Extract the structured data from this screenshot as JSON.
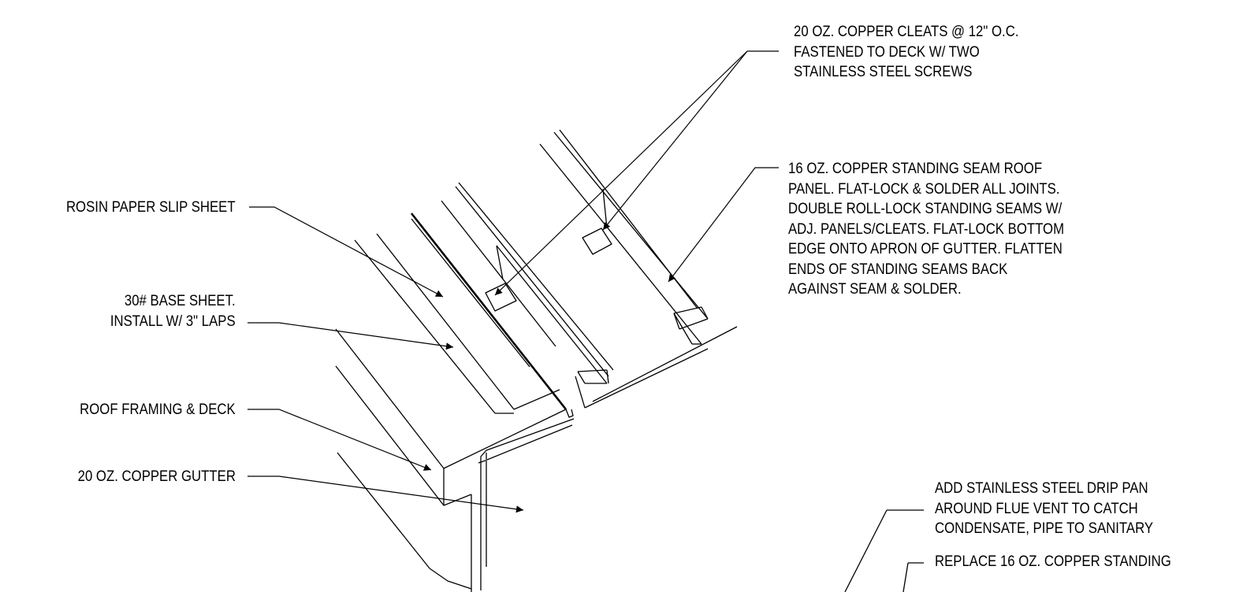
{
  "colors": {
    "line": "#000000",
    "background": "#ffffff"
  },
  "notes": {
    "cleats": [
      "20 OZ. COPPER CLEATS @ 12\" O.C.",
      "FASTENED TO DECK W/ TWO",
      "STAINLESS STEEL SCREWS"
    ],
    "roof_panel": [
      "16 OZ. COPPER STANDING SEAM ROOF",
      "PANEL. FLAT-LOCK & SOLDER ALL JOINTS.",
      "DOUBLE ROLL-LOCK STANDING SEAMS W/",
      "ADJ. PANELS/CLEATS. FLAT-LOCK BOTTOM",
      "EDGE ONTO APRON OF GUTTER. FLATTEN",
      "ENDS OF STANDING SEAMS BACK",
      "AGAINST SEAM & SOLDER."
    ],
    "rosin_paper": [
      "ROSIN PAPER SLIP SHEET"
    ],
    "base_sheet": [
      "30# BASE SHEET.",
      "INSTALL W/ 3\" LAPS"
    ],
    "roof_framing": [
      "ROOF FRAMING & DECK"
    ],
    "gutter": [
      "20 OZ. COPPER GUTTER"
    ],
    "drip_pan": [
      "ADD STAINLESS STEEL DRIP PAN",
      "AROUND FLUE VENT TO CATCH",
      "CONDENSATE, PIPE TO SANITARY"
    ],
    "replace_panel": [
      "REPLACE 16 OZ. COPPER STANDING"
    ]
  }
}
